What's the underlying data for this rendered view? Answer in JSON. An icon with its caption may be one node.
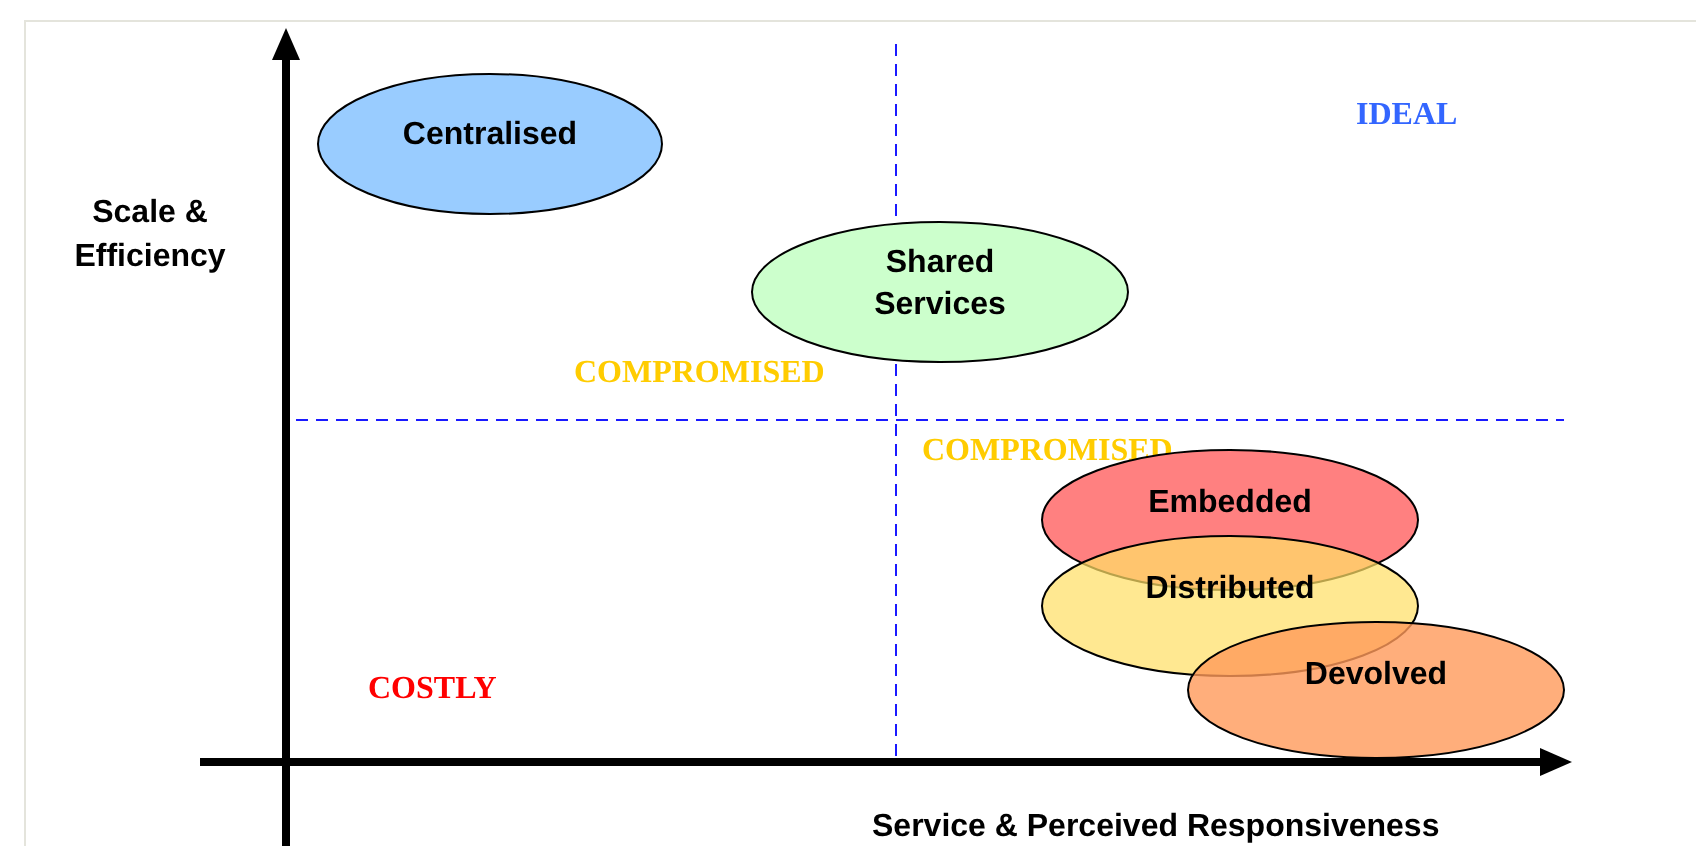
{
  "diagram": {
    "nodes": [
      {
        "text": [
          "Centralised"
        ]
      },
      {
        "text": [
          "Shared Services"
        ]
      },
      {
        "text": [
          "Embedded"
        ]
      },
      {
        "text": [
          "Distributed"
        ]
      },
      {
        "text": [
          "Devolved"
        ]
      }
    ],
    "labels": [
      "IDEAL",
      "Scale & Efficiency",
      "COMPROMISED",
      "COMPROMISED",
      "COSTLY",
      "Service & Perceived Responsiveness"
    ]
  }
}
